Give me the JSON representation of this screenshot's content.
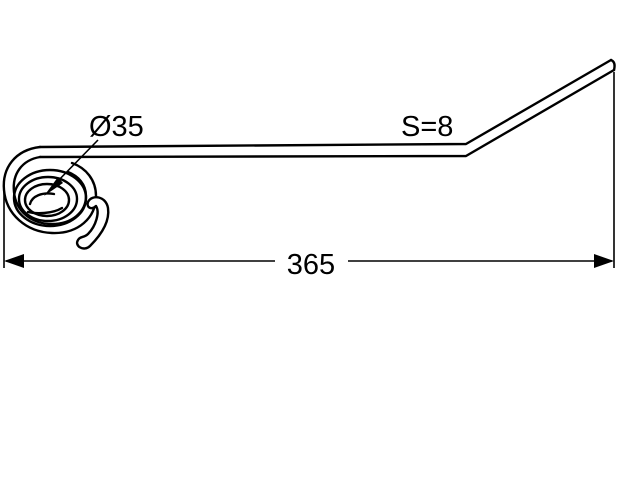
{
  "part": {
    "diameter_label": "Ø35",
    "thickness_label": "S=8",
    "length_label": "365"
  }
}
